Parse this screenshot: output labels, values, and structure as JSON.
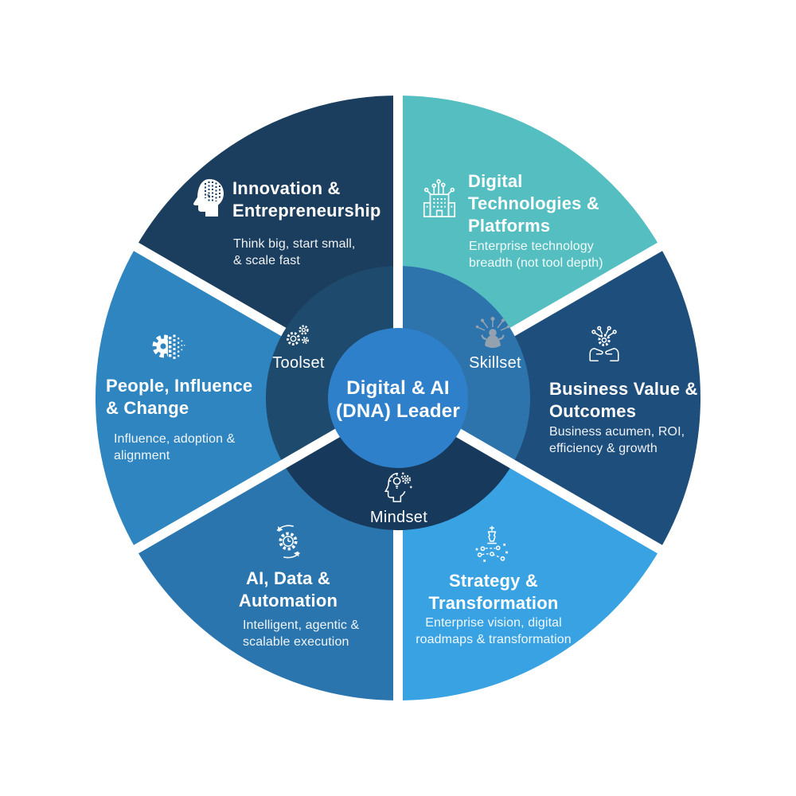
{
  "center": {
    "title": "Digital & AI\n(DNA) Leader",
    "color": "#2f80ca"
  },
  "inner_ring": {
    "toolset": {
      "label": "Toolset",
      "color": "#1e4a6d",
      "icon": "gears-icon"
    },
    "skillset": {
      "label": "Skillset",
      "color": "#2d74ad",
      "icon": "network-person-icon"
    },
    "mindset": {
      "label": "Mindset",
      "color": "#17395c",
      "icon": "head-lightbulb-gear-icon"
    }
  },
  "outer_ring": {
    "innovation": {
      "title": "Innovation &\nEntrepreneurship",
      "subtitle": "Think big, start small,\n& scale fast",
      "color": "#1b3e5e",
      "icon": "ai-head-icon"
    },
    "digital": {
      "title": "Digital\nTechnologies &\nPlatforms",
      "subtitle": "Enterprise technology\nbreadth (not tool depth)",
      "color": "#54bec1",
      "icon": "smart-building-icon"
    },
    "business": {
      "title": "Business Value &\nOutcomes",
      "subtitle": "Business acumen, ROI,\nefficiency & growth",
      "color": "#1e4e7c",
      "icon": "hands-gear-icon"
    },
    "strategy": {
      "title": "Strategy &\nTransformation",
      "subtitle": "Enterprise vision, digital\nroadmaps & transformation",
      "color": "#38a2e3",
      "icon": "chess-strategy-icon"
    },
    "ai_data": {
      "title": "AI, Data &\nAutomation",
      "subtitle": "Intelligent, agentic &\nscalable execution",
      "color": "#2a75ad",
      "icon": "automation-gear-icon"
    },
    "people": {
      "title": "People, Influence\n& Change",
      "subtitle": "Influence, adoption &\nalignment",
      "color": "#2e85bf",
      "icon": "gear-pixels-icon"
    }
  },
  "divider_color": "#ffffff",
  "skillset_icon_color": "#94a1af"
}
